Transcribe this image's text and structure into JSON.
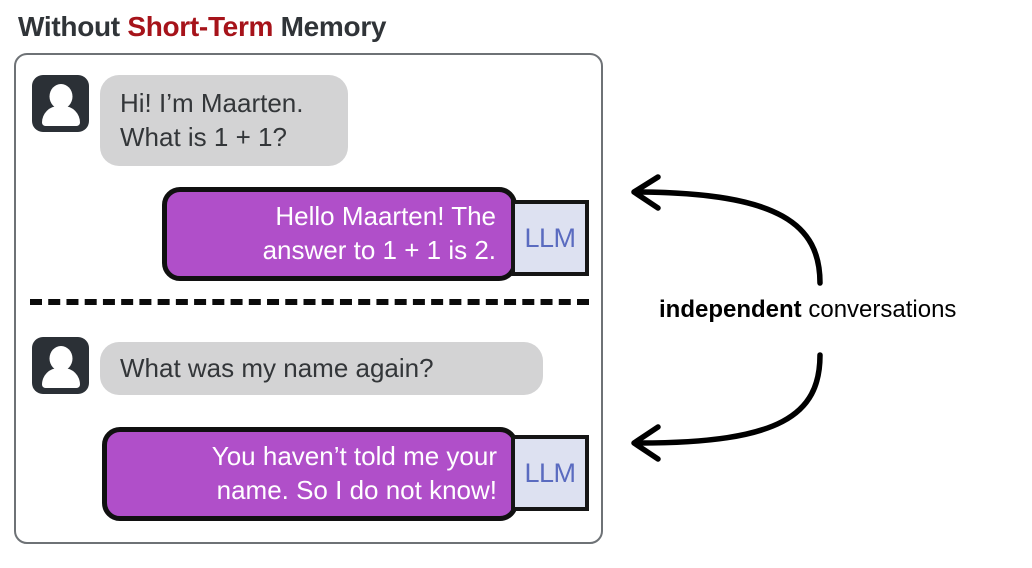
{
  "title": {
    "prefix": "Without ",
    "accent": "Short-Term",
    "suffix": " Memory"
  },
  "colors": {
    "title_text": "#303438",
    "title_accent": "#a6131a",
    "panel_border": "#6e7276",
    "avatar_bg": "#2b3036",
    "user_bubble_bg": "#d3d3d4",
    "user_bubble_text": "#333639",
    "llm_bubble_bg": "#b04fc9",
    "llm_bubble_border": "#101010",
    "llm_bubble_text": "#ffffff",
    "llm_box_bg": "#dde1f1",
    "llm_box_border": "#151515",
    "llm_box_text": "#5a6bc0",
    "arrow": "#000000",
    "divider": "#0b0b0b"
  },
  "conversations": [
    {
      "user_message": "Hi! I’m Maarten.\nWhat is 1 + 1?",
      "llm_message": "Hello Maarten! The\nanswer to 1 + 1 is 2.",
      "llm_badge": "LLM",
      "avatar_icon": "user-avatar-icon"
    },
    {
      "user_message": "What was my name again?",
      "llm_message": "You haven’t told me your\nname. So I do not know!",
      "llm_badge": "LLM",
      "avatar_icon": "user-avatar-icon"
    }
  ],
  "annotation": {
    "strong": "independent",
    "rest": " conversations"
  }
}
